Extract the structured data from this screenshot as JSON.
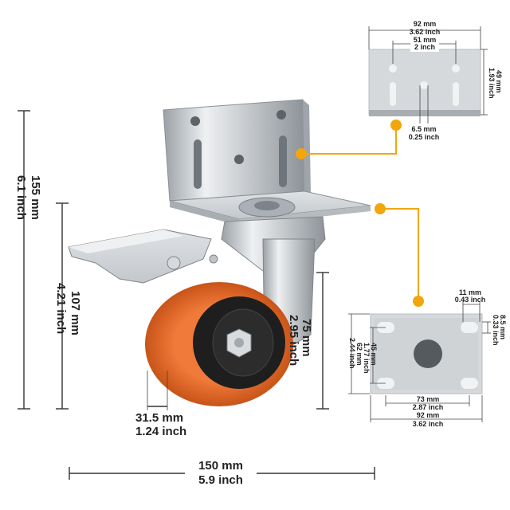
{
  "colors": {
    "accent": "#f2a60c",
    "wheel": "#e8692a",
    "wheel_dark": "#1e1e1e",
    "metal": "#cfd3d6",
    "text": "#222222"
  },
  "dimensions": {
    "total_height": {
      "mm": "155 mm",
      "inch": "6.1 inch"
    },
    "body_height": {
      "mm": "107 mm",
      "inch": "4.21 inch"
    },
    "wheel_diameter": {
      "mm": "75 mm",
      "inch": "2.95 inch"
    },
    "wheel_width": {
      "mm": "31.5 mm",
      "inch": "1.24 inch"
    },
    "total_length": {
      "mm": "150 mm",
      "inch": "5.9 inch"
    }
  },
  "side_plate": {
    "width": {
      "mm": "92 mm",
      "inch": "3.62 inch"
    },
    "hole_spacing": {
      "mm": "51 mm",
      "inch": "2 inch"
    },
    "height": {
      "mm": "49 mm",
      "inch": "1.93 inch"
    },
    "hole_diameter": {
      "mm": "6.5 mm",
      "inch": "0.25 inch"
    }
  },
  "top_plate": {
    "slot_length": {
      "mm": "11 mm",
      "inch": "0.43 inch"
    },
    "slot_width": {
      "mm": "8.5 mm",
      "inch": "0.33 inch"
    },
    "hole_spacing_v": {
      "mm": "45 mm",
      "inch": "1.77 inch"
    },
    "height": {
      "mm": "62 mm",
      "inch": "2.44 inch"
    },
    "hole_spacing_h": {
      "mm": "73 mm",
      "inch": "2.87 inch"
    },
    "width": {
      "mm": "92 mm",
      "inch": "3.62 inch"
    }
  }
}
